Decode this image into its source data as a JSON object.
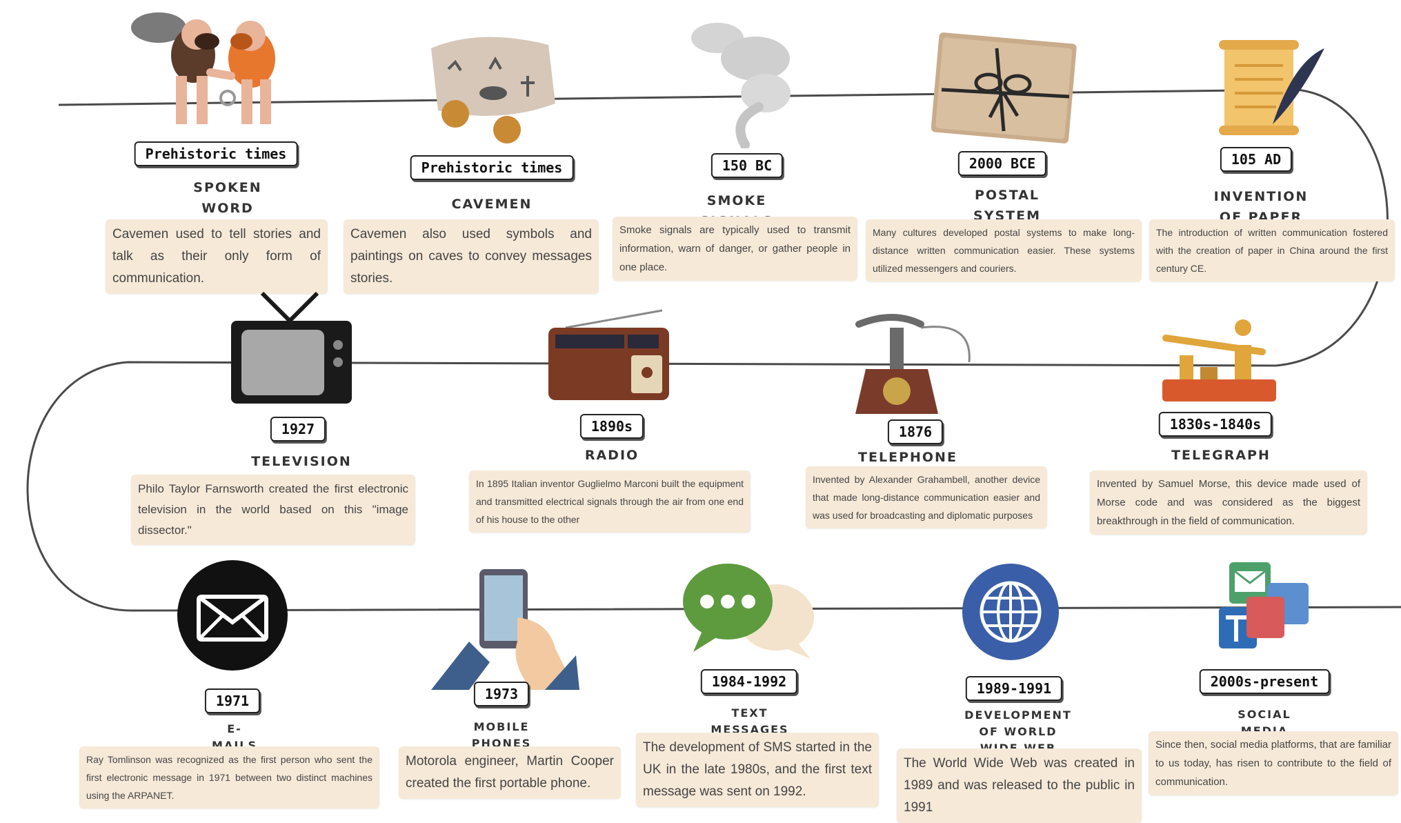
{
  "line_color": "#4a4a4a",
  "box_color": "#f6e9d8",
  "items": [
    {
      "date": "Prehistoric times",
      "title": "SPOKEN WORD\nAND STORYTELLING",
      "desc": "Cavemen used to tell stories and talk as their only form of communication.",
      "icon": "cavemen-icon"
    },
    {
      "date": "Prehistoric times",
      "title": "CAVEMEN PAINTINGS",
      "desc": "Cavemen also used symbols and paintings on caves to convey messages stories.",
      "icon": "cave-painting-icon"
    },
    {
      "date": "150 BC",
      "title": "SMOKE SIGNALS",
      "desc": "Smoke signals are typically used to transmit information, warn of danger, or gather people in one place.",
      "icon": "smoke-icon"
    },
    {
      "date": "2000 BCE",
      "title": "POSTAL SYSTEM",
      "desc": "Many cultures developed postal systems to make long-distance written communication easier. These systems utilized messengers and couriers.",
      "icon": "parcel-icon"
    },
    {
      "date": "105 AD",
      "title": "INVENTION OF PAPER",
      "desc": "The introduction of written communication fostered with the creation of paper in China around the first century CE.",
      "icon": "scroll-quill-icon"
    },
    {
      "date": "1927",
      "title": "TELEVISION",
      "desc": "Philo Taylor Farnsworth created the first electronic television in the world based on this \"image dissector.\"",
      "icon": "television-icon"
    },
    {
      "date": "1890s",
      "title": "RADIO",
      "desc": "In 1895 Italian inventor Guglielmo Marconi built the equipment and transmitted electrical signals through the air from one end of his house to the other",
      "icon": "radio-icon"
    },
    {
      "date": "1876",
      "title": "TELEPHONE",
      "desc": "Invented by Alexander Grahambell, another device that made long-distance communication easier and was used for broadcasting and diplomatic purposes",
      "icon": "telephone-icon"
    },
    {
      "date": "1830s-1840s",
      "title": "TELEGRAPH",
      "desc": "Invented by Samuel Morse, this device made used of Morse code and was considered as the biggest breakthrough in the field of communication.",
      "icon": "telegraph-key-icon"
    },
    {
      "date": "1971",
      "title": "E-MAILS",
      "desc": "Ray Tomlinson was recognized as the first person who sent the first electronic message in 1971 between two distinct machines using the ARPANET.",
      "icon": "envelope-icon"
    },
    {
      "date": "1973",
      "title": "MOBILE PHONES",
      "desc": "Motorola engineer, Martin Cooper created the first portable phone.",
      "icon": "mobile-phone-icon"
    },
    {
      "date": "1984-1992",
      "title": "TEXT MESSAGES",
      "desc": "The development of SMS started in the UK in the late 1980s, and the first text message was sent on 1992.",
      "icon": "chat-bubble-icon"
    },
    {
      "date": "1989-1991",
      "title": "DEVELOPMENT OF WORLD\nWIDE WEB (WWW)",
      "desc": "The World Wide Web was created in 1989 and was released to the public in 1991",
      "icon": "globe-icon"
    },
    {
      "date": "2000s-present",
      "title": "SOCIAL MEDIA",
      "desc": "Since then, social media platforms, that are familiar to us today, has risen to contribute to the field of communication.",
      "icon": "social-apps-icon"
    }
  ]
}
